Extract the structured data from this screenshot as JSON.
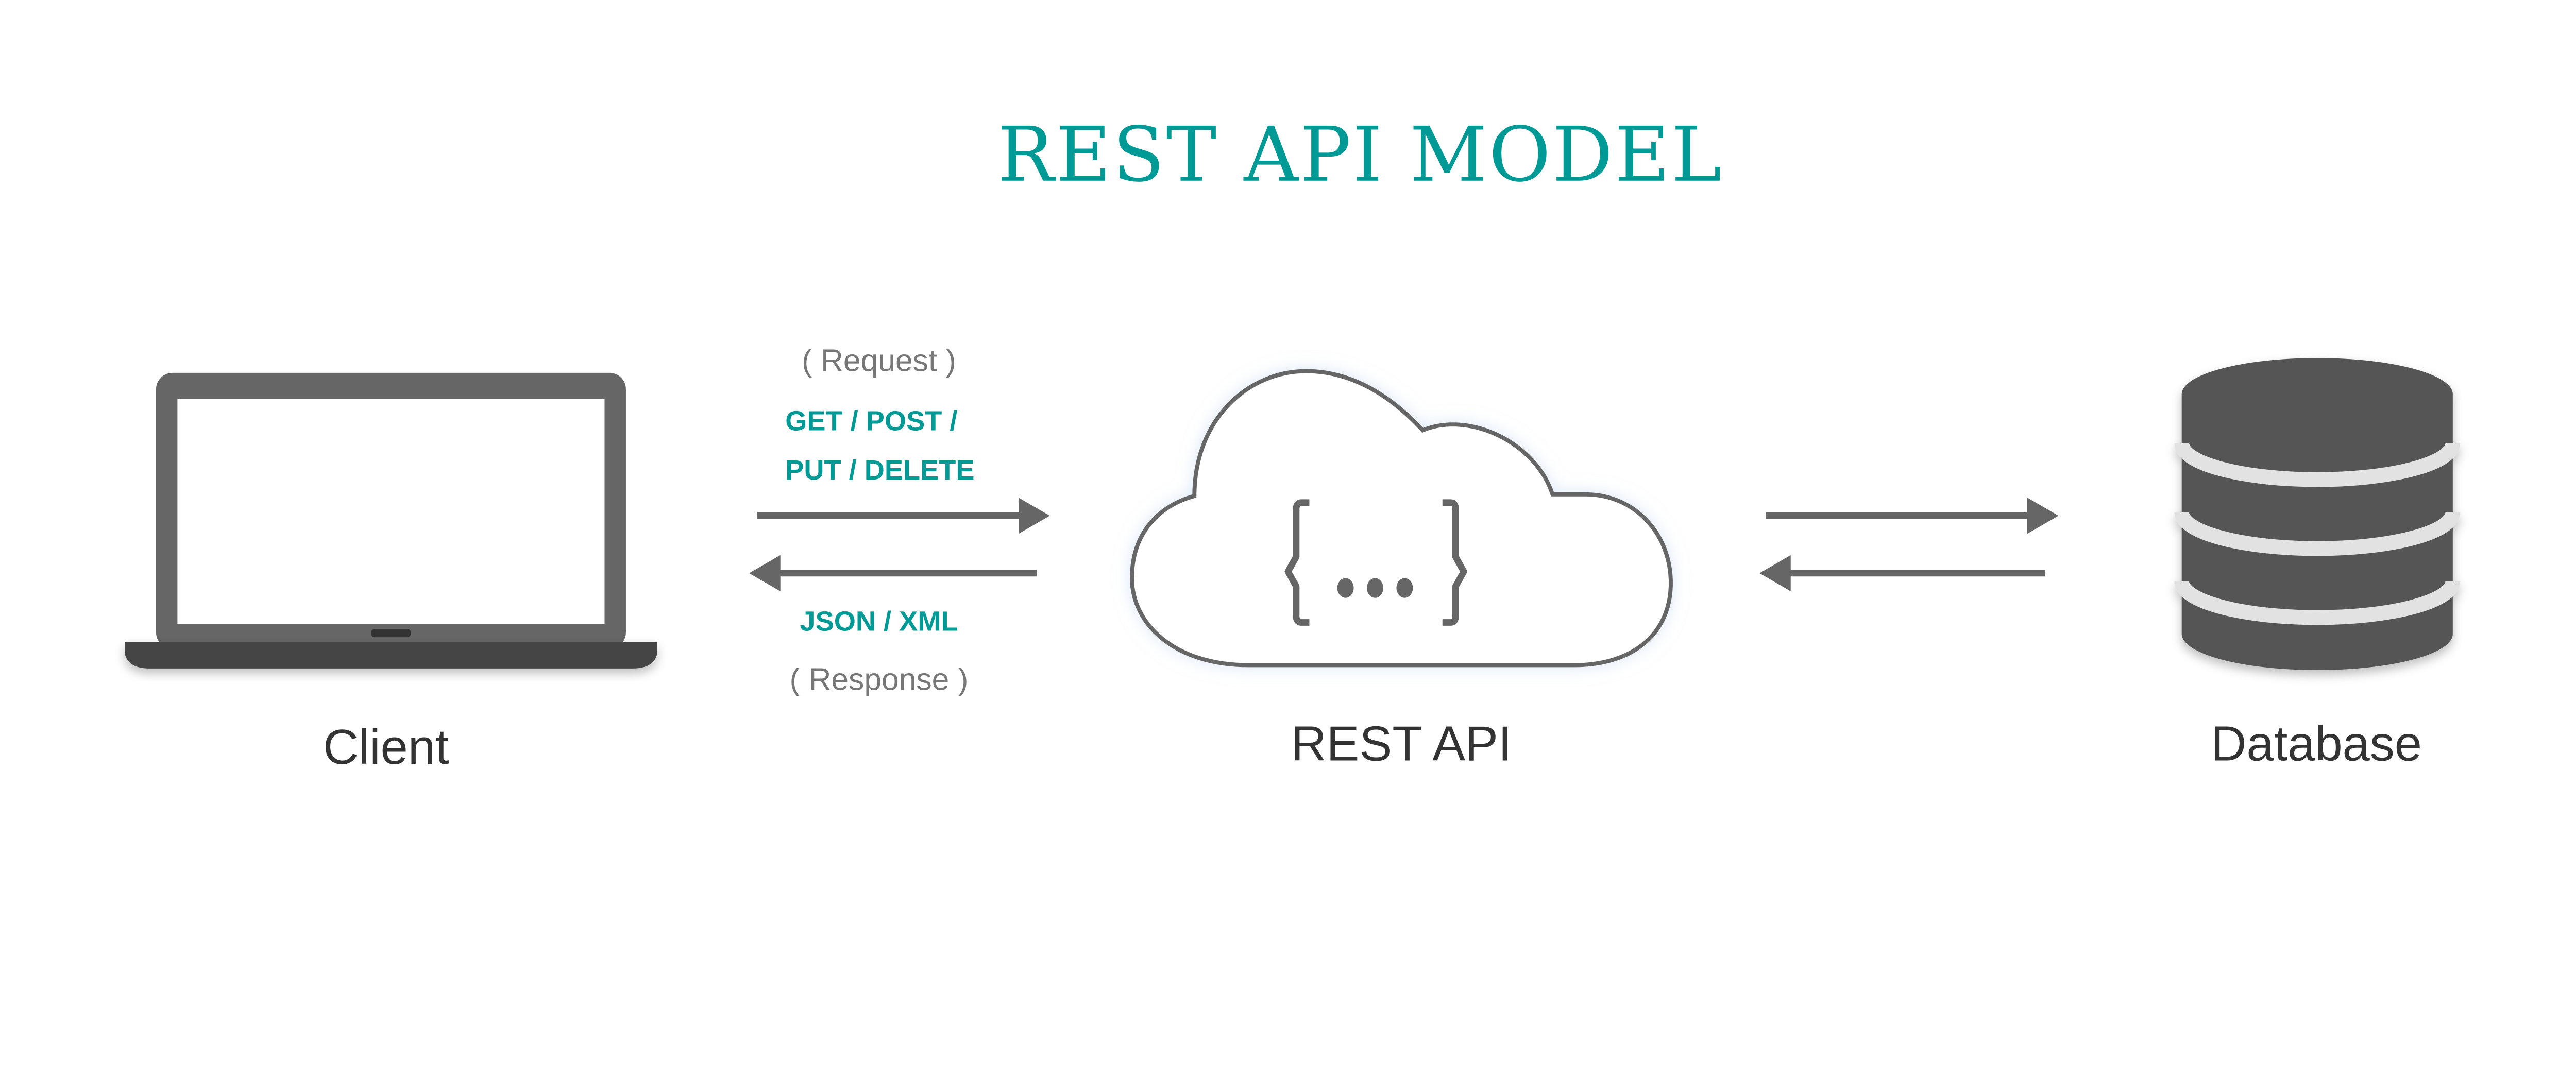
{
  "title": "REST API MODEL",
  "colors": {
    "accent": "#009a96",
    "icon": "#666666",
    "text": "#333333",
    "muted": "#777777"
  },
  "nodes": {
    "client": {
      "label": "Client",
      "icon": "laptop-icon"
    },
    "api": {
      "label": "REST API",
      "icon": "cloud-icon",
      "glyph": "{ ... }"
    },
    "database": {
      "label": "Database",
      "icon": "database-icon"
    }
  },
  "request": {
    "caption": "( Request )",
    "methods_line1": "GET / POST /",
    "methods_line2": "PUT / DELETE"
  },
  "response": {
    "formats": "JSON / XML",
    "caption": "( Response )"
  }
}
